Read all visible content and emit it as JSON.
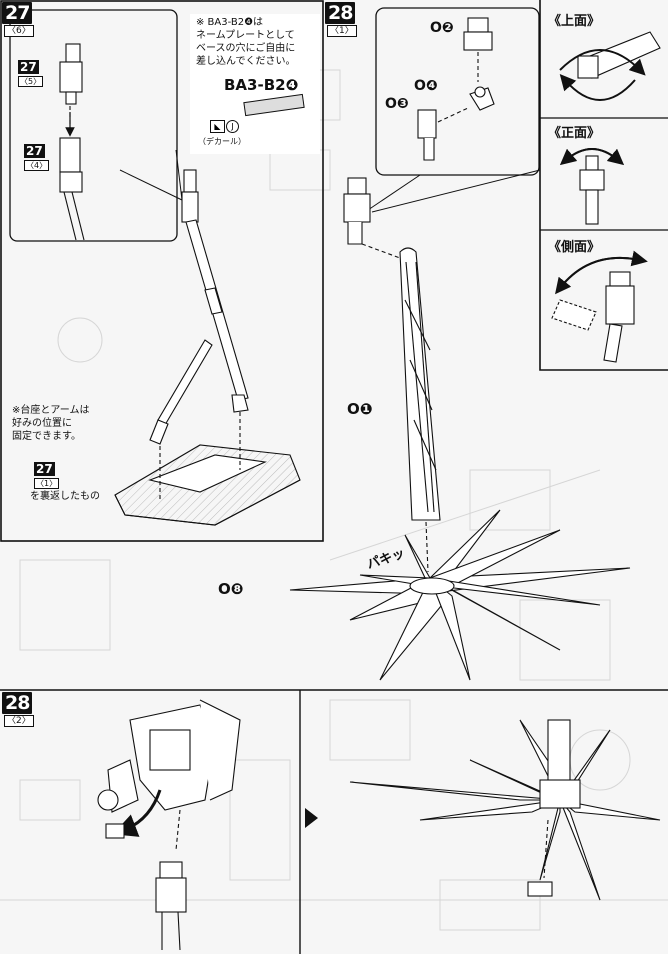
{
  "step_27_6": {
    "number": "27",
    "sub": "〈6〉"
  },
  "step_27_5": {
    "number": "27",
    "sub": "〈5〉"
  },
  "step_27_4": {
    "number": "27",
    "sub": "〈4〉"
  },
  "step_27_1": {
    "number": "27",
    "sub": "〈1〉"
  },
  "step_28_1": {
    "number": "28",
    "sub": "〈1〉"
  },
  "step_28_2": {
    "number": "28",
    "sub": "〈2〉"
  },
  "notes": {
    "nameplate": "※ BA3-B2❹は\nネームプレートとして\nベースの穴にご自由に\n差し込んでください。",
    "nameplate_part": "BA3-B2❹",
    "decal": "（デカール）",
    "decal_mark": "J",
    "base_arm": "※台座とアームは\n好みの位置に\n固定できます。",
    "reverse": "を裏返したもの"
  },
  "parts": {
    "o2": "O❷",
    "o4": "O❹",
    "o3": "O❸",
    "o1": "O❶",
    "o8": "O❽"
  },
  "views": {
    "top": "《上面》",
    "front": "《正面》",
    "side": "《側面》"
  },
  "sfx": "パキッ"
}
